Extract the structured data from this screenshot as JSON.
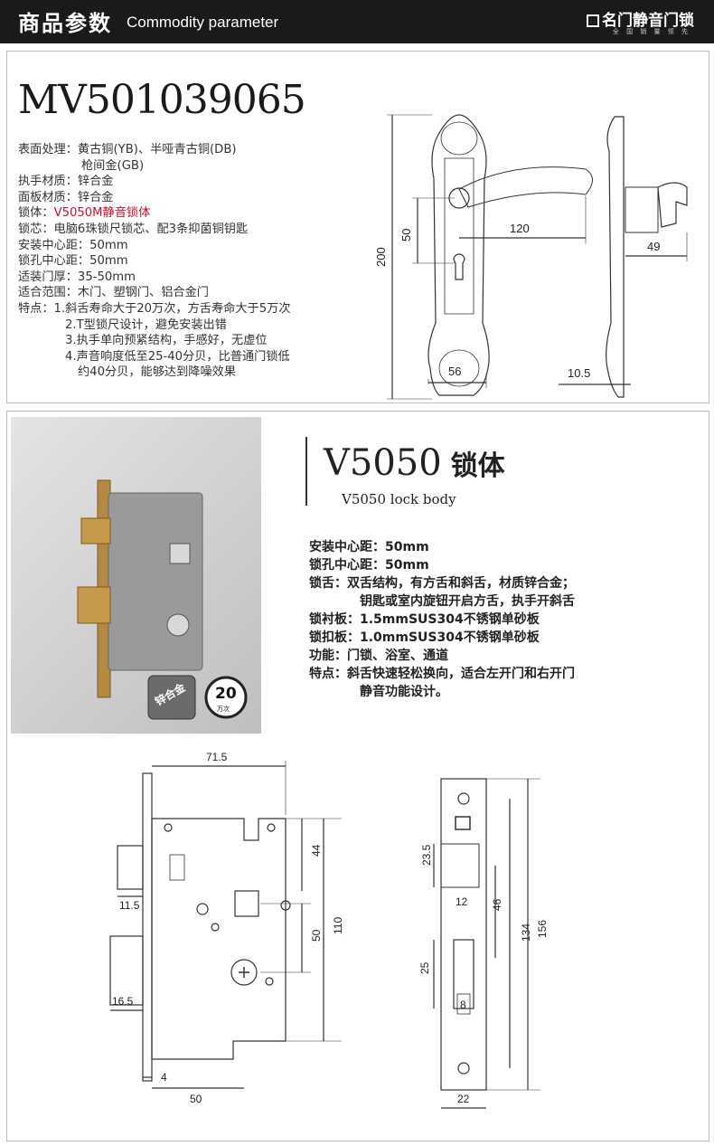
{
  "header": {
    "title_cn": "商品参数",
    "title_en": "Commodity parameter",
    "brand": "名门静音门锁",
    "brand_slogan": "全 国 销 量 领 先"
  },
  "product": {
    "model": "MV501039065",
    "specs": [
      {
        "text": "表面处理：黄古铜(YB)、半哑青古铜(DB)"
      },
      {
        "text": "枪间金(GB)",
        "indent": 1
      },
      {
        "text": "执手材质：锌合金"
      },
      {
        "text": "面板材质：锌合金"
      },
      {
        "label": "锁体：",
        "value": "V5050M静音锁体",
        "highlight": true
      },
      {
        "text": "锁芯：电脑6珠锁尺锁芯、配3条抑菌铜钥匙"
      },
      {
        "text": "安装中心距：50mm"
      },
      {
        "text": "锁孔中心距：50mm"
      },
      {
        "text": "适装门厚：35-50mm"
      },
      {
        "text": "适合范围：木门、塑钢门、铝合金门"
      },
      {
        "text": "特点：1.斜舌寿命大于20万次，方舌寿命大于5万次"
      },
      {
        "text": "2.T型锁尺设计，避免安装出错",
        "indent": 2
      },
      {
        "text": "3.执手单向预紧结构，手感好，无虚位",
        "indent": 2
      },
      {
        "text": "4.声音响度低至25-40分贝，比普通门锁低",
        "indent": 2
      },
      {
        "text": "约40分贝，能够达到降噪效果",
        "indent": 3
      }
    ],
    "dims": {
      "height": "200",
      "handle_length": "120",
      "center": "50",
      "plate_width": "56",
      "depth": "49",
      "thickness": "10.5"
    }
  },
  "lock_body": {
    "title": "V5050",
    "title_cn": "锁体",
    "subtitle": "V5050 lock body",
    "badge_material": "锌合金",
    "badge_life_num": "20",
    "badge_life_unit": "万次",
    "specs": [
      {
        "text": "安装中心距：50mm"
      },
      {
        "text": "锁孔中心距：50mm"
      },
      {
        "text": "锁舌：双舌结构，有方舌和斜舌，材质锌合金；"
      },
      {
        "text": "钥匙或室内旋钮开启方舌，执手开斜舌",
        "indent": true
      },
      {
        "text": "锁衬板：1.5mmSUS304不锈钢单砂板"
      },
      {
        "text": "锁扣板：1.0mmSUS304不锈钢单砂板"
      },
      {
        "text": "功能：门锁、浴室、通道"
      },
      {
        "text": "特点：斜舌快速轻松换向，适合左开门和右开门"
      },
      {
        "text": "静音功能设计。",
        "indent": true
      }
    ],
    "dims": {
      "body_width": "71.5",
      "top_offset": "44",
      "height": "110",
      "center": "50",
      "latch": "11.5",
      "bolt": "16.5",
      "plate": "4",
      "backset": "50",
      "strike_height": "156",
      "strike_inner": "134",
      "strike_mid": "46",
      "latch_hole": "23.5",
      "latch_w": "12",
      "bolt_hole": "25",
      "bolt_w": "8",
      "strike_width": "22"
    }
  }
}
